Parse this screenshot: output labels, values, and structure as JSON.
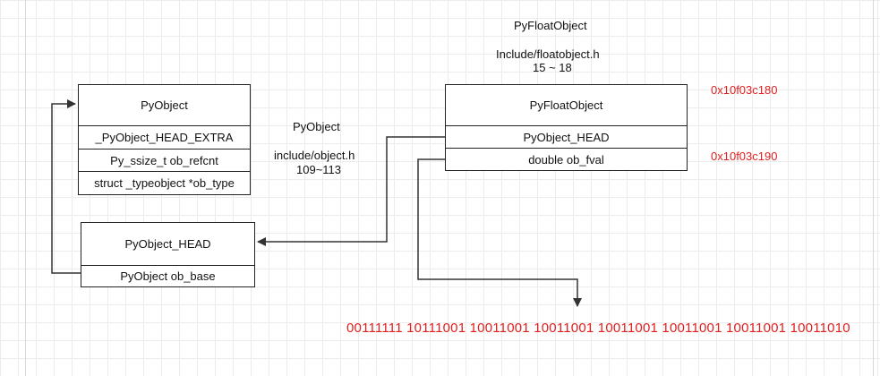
{
  "colors": {
    "address": "#e02020",
    "bits": "#e02020",
    "line": "#333333"
  },
  "pyobject": {
    "title": "PyObject",
    "fields": [
      "_PyObject_HEAD_EXTRA",
      "Py_ssize_t ob_refcnt",
      "struct _typeobject *ob_type"
    ]
  },
  "pyobject_head": {
    "title": "PyObject_HEAD",
    "fields": [
      "PyObject ob_base"
    ]
  },
  "pyfloat": {
    "title": "PyFloatObject",
    "fields": [
      "PyObject_HEAD",
      "double ob_fval"
    ]
  },
  "labels": {
    "pyobject_name": "PyObject",
    "pyobject_file": "include/object.h",
    "pyobject_lines": "109~113",
    "pyfloat_name": "PyFloatObject",
    "pyfloat_file": "Include/floatobject.h",
    "pyfloat_lines": "15 ~ 18"
  },
  "addresses": {
    "head": "0x10f03c180",
    "fval": "0x10f03c190"
  },
  "bits": "00111111 10111001 10011001 10011001 10011001 10011001 10011001 10011010"
}
